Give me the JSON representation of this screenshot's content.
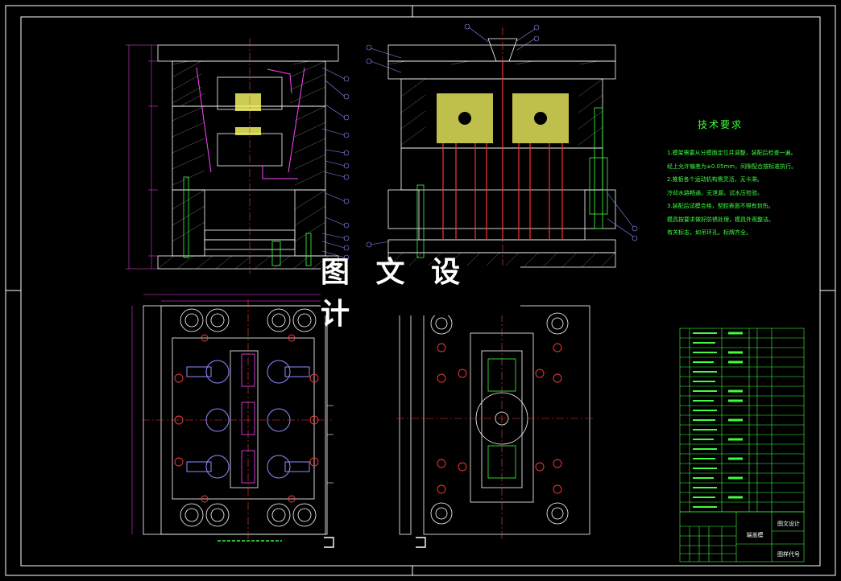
{
  "viewer": {
    "watermark_text": "图 文 设 计"
  },
  "technical_requirements": {
    "title": "技术要求",
    "notes": [
      "1.模架需要从分模面定位并调整，装配后检查一遍。",
      "经上允许偏差为±0.05mm，间隙配合按标准执行。",
      "2.推板各个运动机构需灵活，无卡滞。",
      "冷却水路畅通，无泄漏，试水压检验。",
      "3.装配后试模合格，型腔表面不得有划伤。",
      "模具按要求做好防锈处理，模具外观整洁。",
      "有关标志，如吊环孔，标牌齐全。"
    ]
  },
  "title_block": {
    "drawing_name": "端盖模",
    "company": "图文设计",
    "drawing_code": "图样代号"
  },
  "colors": {
    "background": "#000000",
    "frame": "#ffffff",
    "outline": "#ffffff",
    "cavity": "#ffff66",
    "runner": "#ff3333",
    "center_line": "#ff3b3b",
    "dimension": "#ff44ff",
    "callout": "#8c8cff",
    "table": "#3cff3c"
  }
}
